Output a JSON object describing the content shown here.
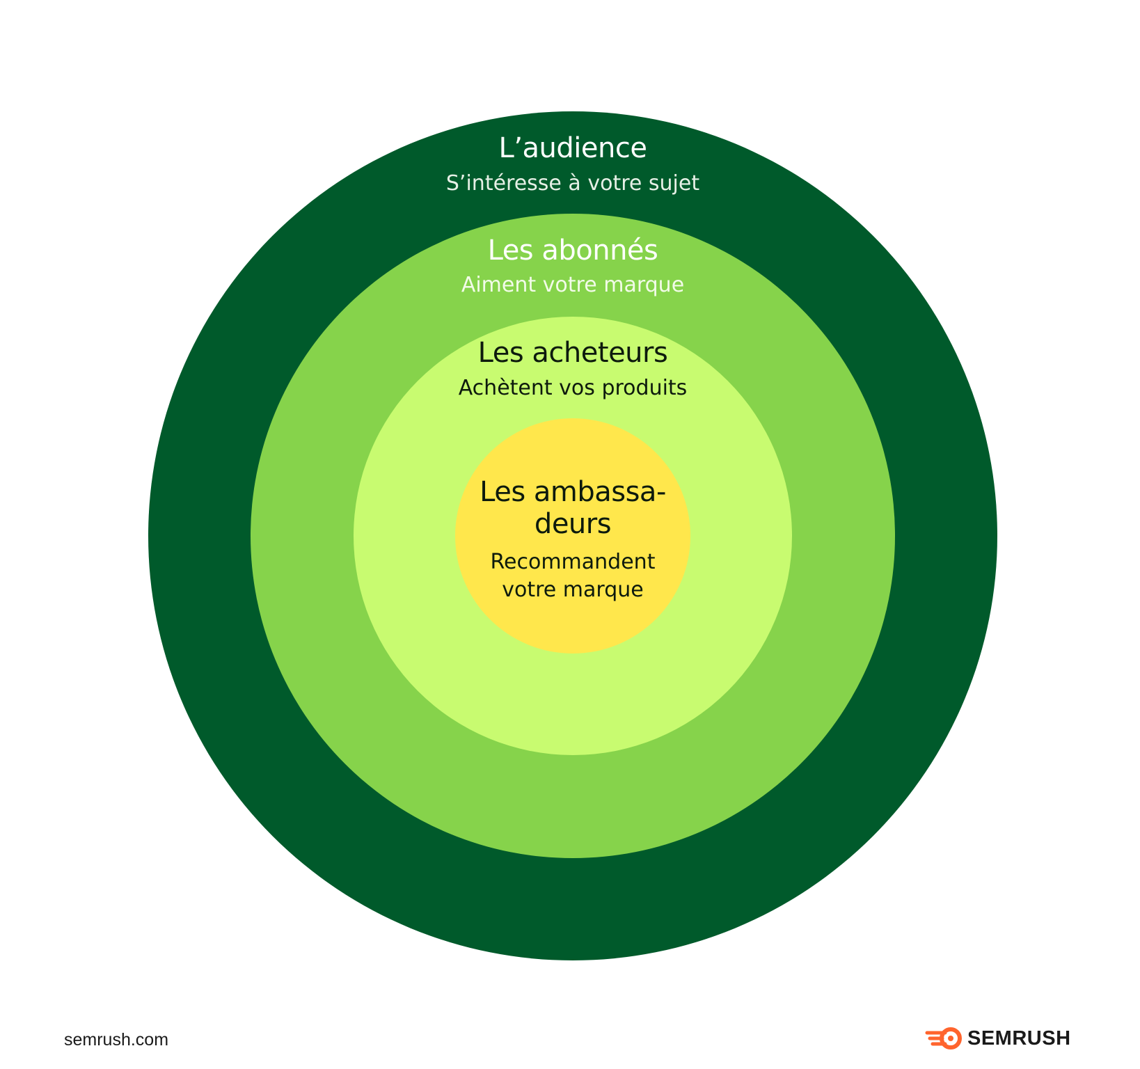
{
  "colors": {
    "ring_1": "#005a2b",
    "ring_2": "#86d34b",
    "ring_3": "#c8fb70",
    "ring_4": "#ffe74c",
    "brand_accent": "#ff642d"
  },
  "rings": [
    {
      "title": "L’audience",
      "subtitle": "S’intéresse à votre sujet"
    },
    {
      "title": "Les abonnés",
      "subtitle": "Aiment votre marque"
    },
    {
      "title": "Les acheteurs",
      "subtitle": "Achètent vos produits"
    },
    {
      "title": "Les ambassa-\ndeurs",
      "subtitle": "Recommandent\nvotre marque"
    }
  ],
  "footer": {
    "site": "semrush.com",
    "brand": "SEMRUSH",
    "logo_icon": "semrush-flame-icon"
  }
}
